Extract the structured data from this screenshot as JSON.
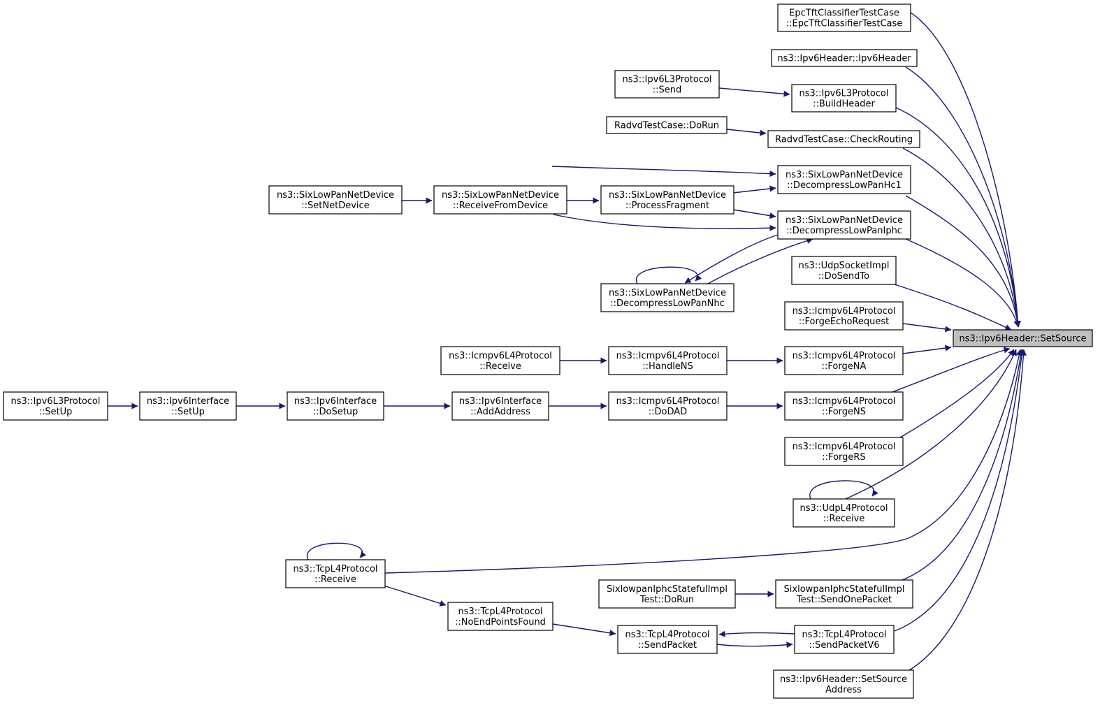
{
  "colors": {
    "edge": "#191970",
    "root_fill": "#bfbfbf",
    "node_fill": "#ffffff",
    "node_stroke": "#000000"
  },
  "nodes": {
    "epcTft": {
      "lines": [
        "EpcTftClassifierTestCase",
        "::EpcTftClassifierTestCase"
      ]
    },
    "ipv6HdrCtor": {
      "lines": [
        "ns3::Ipv6Header::Ipv6Header"
      ]
    },
    "ipv6L3Send": {
      "lines": [
        "ns3::Ipv6L3Protocol",
        "::Send"
      ]
    },
    "ipv6L3BuildHeader": {
      "lines": [
        "ns3::Ipv6L3Protocol",
        "::BuildHeader"
      ]
    },
    "radvdDoRun": {
      "lines": [
        "RadvdTestCase::DoRun"
      ]
    },
    "radvdCheckRouting": {
      "lines": [
        "RadvdTestCase::CheckRouting"
      ]
    },
    "sixSetNetDevice": {
      "lines": [
        "ns3::SixLowPanNetDevice",
        "::SetNetDevice"
      ]
    },
    "sixReceiveFromDevice": {
      "lines": [
        "ns3::SixLowPanNetDevice",
        "::ReceiveFromDevice"
      ]
    },
    "sixProcessFragment": {
      "lines": [
        "ns3::SixLowPanNetDevice",
        "::ProcessFragment"
      ]
    },
    "sixDecompHc1": {
      "lines": [
        "ns3::SixLowPanNetDevice",
        "::DecompressLowPanHc1"
      ]
    },
    "sixDecompIphc": {
      "lines": [
        "ns3::SixLowPanNetDevice",
        "::DecompressLowPanIphc"
      ]
    },
    "sixDecompNhc": {
      "lines": [
        "ns3::SixLowPanNetDevice",
        "::DecompressLowPanNhc"
      ]
    },
    "udpSockDoSendTo": {
      "lines": [
        "ns3::UdpSocketImpl",
        "::DoSendTo"
      ]
    },
    "icmpForgeEcho": {
      "lines": [
        "ns3::Icmpv6L4Protocol",
        "::ForgeEchoRequest"
      ]
    },
    "root": {
      "lines": [
        "ns3::Ipv6Header::SetSource"
      ]
    },
    "icmpReceive": {
      "lines": [
        "ns3::Icmpv6L4Protocol",
        "::Receive"
      ]
    },
    "icmpHandleNS": {
      "lines": [
        "ns3::Icmpv6L4Protocol",
        "::HandleNS"
      ]
    },
    "icmpForgeNA": {
      "lines": [
        "ns3::Icmpv6L4Protocol",
        "::ForgeNA"
      ]
    },
    "ipv6L3SetUp": {
      "lines": [
        "ns3::Ipv6L3Protocol",
        "::SetUp"
      ]
    },
    "ipv6IfSetUp": {
      "lines": [
        "ns3::Ipv6Interface",
        "::SetUp"
      ]
    },
    "ipv6IfDoSetup": {
      "lines": [
        "ns3::Ipv6Interface",
        "::DoSetup"
      ]
    },
    "ipv6IfAddAddress": {
      "lines": [
        "ns3::Ipv6Interface",
        "::AddAddress"
      ]
    },
    "icmpDoDAD": {
      "lines": [
        "ns3::Icmpv6L4Protocol",
        "::DoDAD"
      ]
    },
    "icmpForgeNS": {
      "lines": [
        "ns3::Icmpv6L4Protocol",
        "::ForgeNS"
      ]
    },
    "icmpForgeRS": {
      "lines": [
        "ns3::Icmpv6L4Protocol",
        "::ForgeRS"
      ]
    },
    "udpL4Receive": {
      "lines": [
        "ns3::UdpL4Protocol",
        "::Receive"
      ]
    },
    "tcpReceive": {
      "lines": [
        "ns3::TcpL4Protocol",
        "::Receive"
      ]
    },
    "sixIphcDoRun": {
      "lines": [
        "SixlowpanIphcStatefulImpl",
        "Test::DoRun"
      ]
    },
    "sixIphcSendOnePacket": {
      "lines": [
        "SixlowpanIphcStatefulImpl",
        "Test::SendOnePacket"
      ]
    },
    "tcpNoEndPoints": {
      "lines": [
        "ns3::TcpL4Protocol",
        "::NoEndPointsFound"
      ]
    },
    "tcpSendPacket": {
      "lines": [
        "ns3::TcpL4Protocol",
        "::SendPacket"
      ]
    },
    "tcpSendPacketV6": {
      "lines": [
        "ns3::TcpL4Protocol",
        "::SendPacketV6"
      ]
    },
    "ipv6SetSourceAddress": {
      "lines": [
        "ns3::Ipv6Header::SetSource",
        "Address"
      ]
    }
  },
  "edges": [
    [
      "epcTft",
      "root"
    ],
    [
      "ipv6HdrCtor",
      "root"
    ],
    [
      "ipv6L3Send",
      "ipv6L3BuildHeader"
    ],
    [
      "ipv6L3BuildHeader",
      "root"
    ],
    [
      "radvdDoRun",
      "radvdCheckRouting"
    ],
    [
      "radvdCheckRouting",
      "root"
    ],
    [
      "sixSetNetDevice",
      "sixReceiveFromDevice"
    ],
    [
      "sixReceiveFromDevice",
      "sixProcessFragment"
    ],
    [
      "sixReceiveFromDevice",
      "sixDecompHc1"
    ],
    [
      "sixReceiveFromDevice",
      "sixDecompIphc"
    ],
    [
      "sixProcessFragment",
      "sixDecompHc1"
    ],
    [
      "sixProcessFragment",
      "sixDecompIphc"
    ],
    [
      "sixDecompHc1",
      "root"
    ],
    [
      "sixDecompIphc",
      "root"
    ],
    [
      "sixDecompIphc",
      "sixDecompNhc"
    ],
    [
      "sixDecompNhc",
      "sixDecompIphc"
    ],
    [
      "sixDecompNhc",
      "sixDecompNhc"
    ],
    [
      "udpSockDoSendTo",
      "root"
    ],
    [
      "icmpForgeEcho",
      "root"
    ],
    [
      "icmpReceive",
      "icmpHandleNS"
    ],
    [
      "icmpHandleNS",
      "icmpForgeNA"
    ],
    [
      "icmpForgeNA",
      "root"
    ],
    [
      "ipv6L3SetUp",
      "ipv6IfSetUp"
    ],
    [
      "ipv6IfSetUp",
      "ipv6IfDoSetup"
    ],
    [
      "ipv6IfDoSetup",
      "ipv6IfAddAddress"
    ],
    [
      "ipv6IfAddAddress",
      "icmpDoDAD"
    ],
    [
      "icmpDoDAD",
      "icmpForgeNS"
    ],
    [
      "icmpForgeNS",
      "root"
    ],
    [
      "icmpForgeRS",
      "root"
    ],
    [
      "udpL4Receive",
      "root"
    ],
    [
      "udpL4Receive",
      "udpL4Receive"
    ],
    [
      "tcpReceive",
      "root"
    ],
    [
      "tcpReceive",
      "tcpReceive"
    ],
    [
      "tcpReceive",
      "tcpNoEndPoints"
    ],
    [
      "tcpNoEndPoints",
      "tcpSendPacket"
    ],
    [
      "sixIphcDoRun",
      "sixIphcSendOnePacket"
    ],
    [
      "sixIphcSendOnePacket",
      "root"
    ],
    [
      "tcpSendPacket",
      "tcpSendPacketV6"
    ],
    [
      "tcpSendPacketV6",
      "tcpSendPacket"
    ],
    [
      "tcpSendPacketV6",
      "root"
    ],
    [
      "ipv6SetSourceAddress",
      "root"
    ]
  ]
}
